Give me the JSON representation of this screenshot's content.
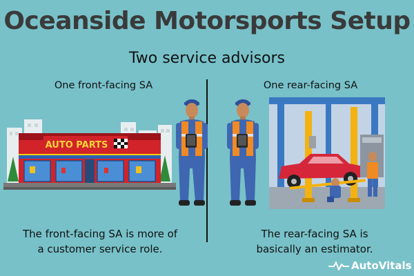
{
  "header": {
    "title": "Oceanside Motorsports Setup",
    "subtitle": "Two service advisors"
  },
  "left": {
    "label": "One front-facing SA",
    "store_sign": "AUTO PARTS",
    "caption_line1": "The front-facing SA is more of",
    "caption_line2": "a customer service role."
  },
  "right": {
    "label": "One rear-facing SA",
    "caption_line1": "The rear-facing SA is",
    "caption_line2": "basically an estimator."
  },
  "brand": {
    "logo_text": "AutoVitals"
  },
  "colors": {
    "background": "#78c1c9",
    "title": "#3a3a3a",
    "store_red": "#d2232a",
    "uniform_blue": "#3f66b0",
    "vest_orange": "#f08a24",
    "lift_yellow": "#f3b20f",
    "car_red": "#d6263a"
  },
  "icons": [
    "auto-parts-store-icon",
    "mechanic-icon",
    "car-lift-garage-icon",
    "autovitals-logo-icon"
  ]
}
